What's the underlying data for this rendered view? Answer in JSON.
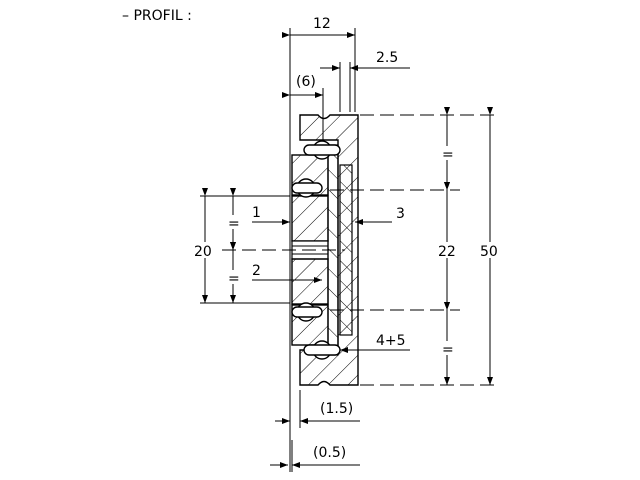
{
  "title": "– PROFIL :",
  "dimensions": {
    "width_total": "12",
    "rail_thickness": "2.5",
    "slider_width": "(6)",
    "left_height": "20",
    "left_equal_top": "=",
    "left_equal_bottom": "=",
    "center_height": "22",
    "right_equal_top": "=",
    "right_equal_bottom": "=",
    "total_height": "50",
    "gap_1": "(1.5)",
    "gap_2": "(0.5)"
  },
  "callouts": {
    "part_1": "1",
    "part_2": "2",
    "part_3": "3",
    "part_4_5": "4+5"
  }
}
